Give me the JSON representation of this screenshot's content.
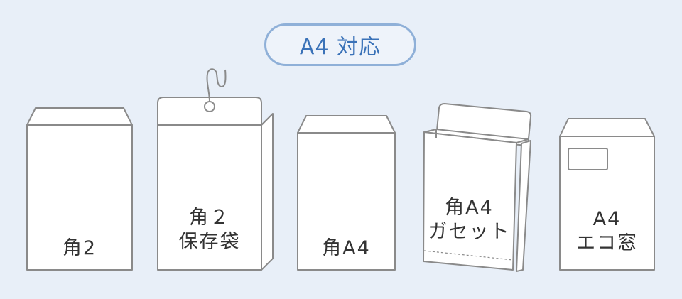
{
  "badge": {
    "label": "A4 対応",
    "color": "#3a72b8",
    "border_color": "#8fb0d8"
  },
  "background_color": "#e8eff8",
  "envelopes": [
    {
      "type": "flap-envelope",
      "lines": [
        "角2"
      ]
    },
    {
      "type": "hanging-storage-bag",
      "lines": [
        "角２",
        "保存袋"
      ]
    },
    {
      "type": "flap-envelope",
      "lines": [
        "角A4"
      ]
    },
    {
      "type": "gusset-envelope",
      "lines": [
        "角A4",
        "ガセット"
      ]
    },
    {
      "type": "window-envelope",
      "lines": [
        "A4",
        "エコ窓"
      ]
    }
  ]
}
